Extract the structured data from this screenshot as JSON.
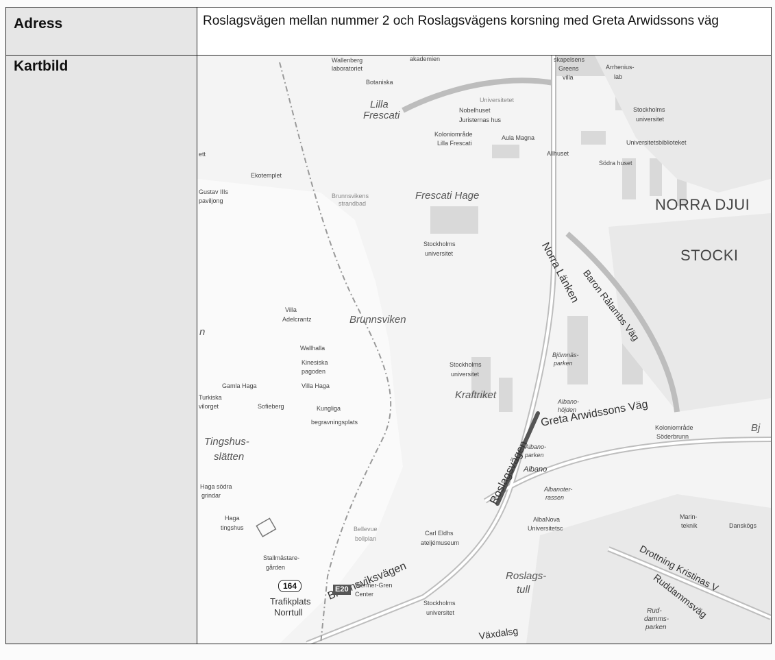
{
  "table": {
    "address_label": "Adress",
    "address_value": "Roslagsvägen mellan nummer 2 och Roslagsvägens korsning med Greta Arwidssons väg",
    "map_label": "Kartbild"
  },
  "map": {
    "labels": {
      "wallenberg": "Wallenberg",
      "laboratoriet": "laboratoriet",
      "akademien": "akademien",
      "skapelsens": "skapelsens",
      "greens": "Greens",
      "villa_top": "villa",
      "arrhenius": "Arrhenius-",
      "lab": "lab",
      "botaniska": "Botaniska",
      "lilla": "Lilla",
      "frescati": "Frescati",
      "universitetet": "Universitetet",
      "nobelhuset": "Nobelhuset",
      "juristernas_hus": "Juristernas hus",
      "stockholms_1": "Stockholms",
      "universitet_1": "universitet",
      "koloniomrade_1": "Koloniområde",
      "lilla_frescati": "Lilla Frescati",
      "aula_magna": "Aula Magna",
      "universitetsbiblioteket": "Universitetsbiblioteket",
      "allhuset": "Allhuset",
      "sodra_huset": "Södra huset",
      "ett": "ett",
      "ekotemplet": "Ekotemplet",
      "gustav": "Gustav IIIs",
      "paviljong": "paviljong",
      "brunnsvikens": "Brunnsvikens",
      "strandbad": "strandbad",
      "frescati_hage": "Frescati Hage",
      "norra_djur": "NORRA DJUI",
      "stockh": "STOCKI",
      "stockholms_2": "Stockholms",
      "universitet_2": "universitet",
      "norra_lanken": "Norra Länken",
      "baron": "Baron Rålambs Väg",
      "villa_adelcrantz": "Villa",
      "adelcrantz": "Adelcrantz",
      "brunnsviken": "Brunnsviken",
      "n": "n",
      "wallhalla": "Wallhalla",
      "kinesiska": "Kinesiska",
      "pagoden": "pagoden",
      "bjornnas": "Björnnäs-",
      "parken": "parken",
      "stockholms_3": "Stockholms",
      "universitet_3": "universitet",
      "gamla_haga": "Gamla Haga",
      "villa_haga": "Villa Haga",
      "kraftriket": "Kraftriket",
      "turkiska": "Turkiska",
      "vilorget": "vilorget",
      "sofieberg": "Sofieberg",
      "kungliga": "Kungliga",
      "begravningsplats": "begravningsplats",
      "albanohojden": "Albano-",
      "hojden": "höjden",
      "greta": "Greta Arwidssons Väg",
      "koloniomrade_2": "Koloniområde",
      "soderbrunn": "Söderbrunn",
      "bj": "Bj",
      "tingshus": "Tingshus-",
      "slatten": "slätten",
      "roslagsvagen": "Roslagsvägen",
      "albanoparken": "Albano-",
      "parken2": "parken",
      "albano": "Albano",
      "haga_sodra": "Haga södra",
      "grindar": "grindar",
      "albanoterr": "Albanoter-",
      "terrassen": "rassen",
      "haga_tingshus": "Haga",
      "tingshus2": "tingshus",
      "bellevue": "Bellevue",
      "bollplan": "bollplan",
      "carl_eldh": "Carl Eldhs",
      "atelje": "ateljémuseum",
      "albanova": "AlbaNova",
      "universitetsc": "Universitetsc",
      "marin": "Marin-",
      "teknik": "teknik",
      "dansk": "Danskögs",
      "brunnsviksvagen": "Brunnsviksvägen",
      "drottning": "Drottning Kristinas V",
      "staln": "Stallmästare-",
      "garden": "gården",
      "shield_164": "164",
      "e20": "E20",
      "wenner": "Wenner-Gren",
      "center": "Center",
      "trafikplats": "Trafikplats",
      "norrtull": "Norrtull",
      "roslags": "Roslags-",
      "tull": "tull",
      "ruddammsvag": "Ruddammsväg",
      "stockholms_4": "Stockholms",
      "universitet_4": "universitet",
      "vasdalsg": "Växdalsg",
      "rud": "Rud-",
      "damms": "damms-",
      "parken3": "parken"
    }
  }
}
